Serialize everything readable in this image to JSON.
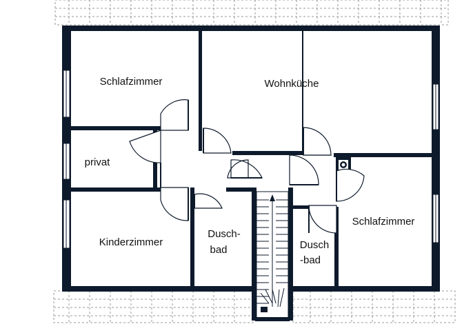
{
  "colors": {
    "wall": "#0d1a2b",
    "background": "#ffffff",
    "roof_dash": "#9a9a9a"
  },
  "rooms": {
    "schlafzimmer_left": "Schlafzimmer",
    "wohnkueche": "Wohnküche",
    "privat": "privat",
    "schlafzimmer_right": "Schlafzimmer",
    "kinderzimmer": "Kinderzimmer",
    "duschbad_1_line1": "Dusch-",
    "duschbad_1_line2": "bad",
    "duschbad_2_line1": "Dusch",
    "duschbad_2_line2": "-bad"
  }
}
